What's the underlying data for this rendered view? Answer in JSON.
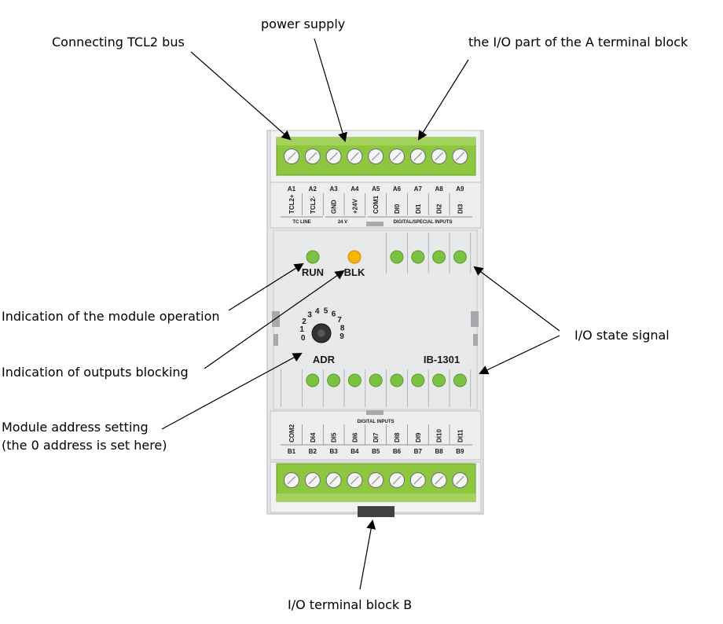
{
  "callouts": {
    "tcl2_bus": "Connecting TCL2 bus",
    "power_supply": "power supply",
    "io_part_a": "the I/O part of the A terminal block",
    "module_operation": "Indication of the module operation",
    "outputs_blocking": "Indication of outputs blocking",
    "address_line1": "Module address setting",
    "address_line2": "(the 0 address is set here)",
    "io_state": "I/O state signal",
    "terminal_b": "I/O terminal block B"
  },
  "device": {
    "model": "IB-1301",
    "run_label": "RUN",
    "blk_label": "BLK",
    "adr_label": "ADR",
    "top_terminals": [
      {
        "id": "A1",
        "signal": "TCL2+"
      },
      {
        "id": "A2",
        "signal": "TCL2-"
      },
      {
        "id": "A3",
        "signal": "GND"
      },
      {
        "id": "A4",
        "signal": "+24V"
      },
      {
        "id": "A5",
        "signal": "COM1"
      },
      {
        "id": "A6",
        "signal": "DI0"
      },
      {
        "id": "A7",
        "signal": "DI1"
      },
      {
        "id": "A8",
        "signal": "DI2"
      },
      {
        "id": "A9",
        "signal": "DI3"
      }
    ],
    "top_groups": {
      "tc_line": "TC LINE",
      "voltage": "24 V",
      "digital_special": "DIGITAL/SPECIAL INPUTS"
    },
    "bottom_group": "DIGITAL INPUTS",
    "bottom_terminals": [
      {
        "id": "B1",
        "signal": "COM2"
      },
      {
        "id": "B2",
        "signal": "DI4"
      },
      {
        "id": "B3",
        "signal": "DI5"
      },
      {
        "id": "B4",
        "signal": "DI6"
      },
      {
        "id": "B5",
        "signal": "DI7"
      },
      {
        "id": "B6",
        "signal": "DI8"
      },
      {
        "id": "B7",
        "signal": "DI9"
      },
      {
        "id": "B8",
        "signal": "DI10"
      },
      {
        "id": "B9",
        "signal": "DI11"
      }
    ],
    "dial_digits": [
      "0",
      "1",
      "2",
      "3",
      "4",
      "5",
      "6",
      "7",
      "8",
      "9"
    ],
    "colors": {
      "terminal_green": "#8dc63f",
      "led_green": "#7cc242",
      "led_amber": "#f7b500",
      "housing": "#e6e7e8"
    }
  }
}
